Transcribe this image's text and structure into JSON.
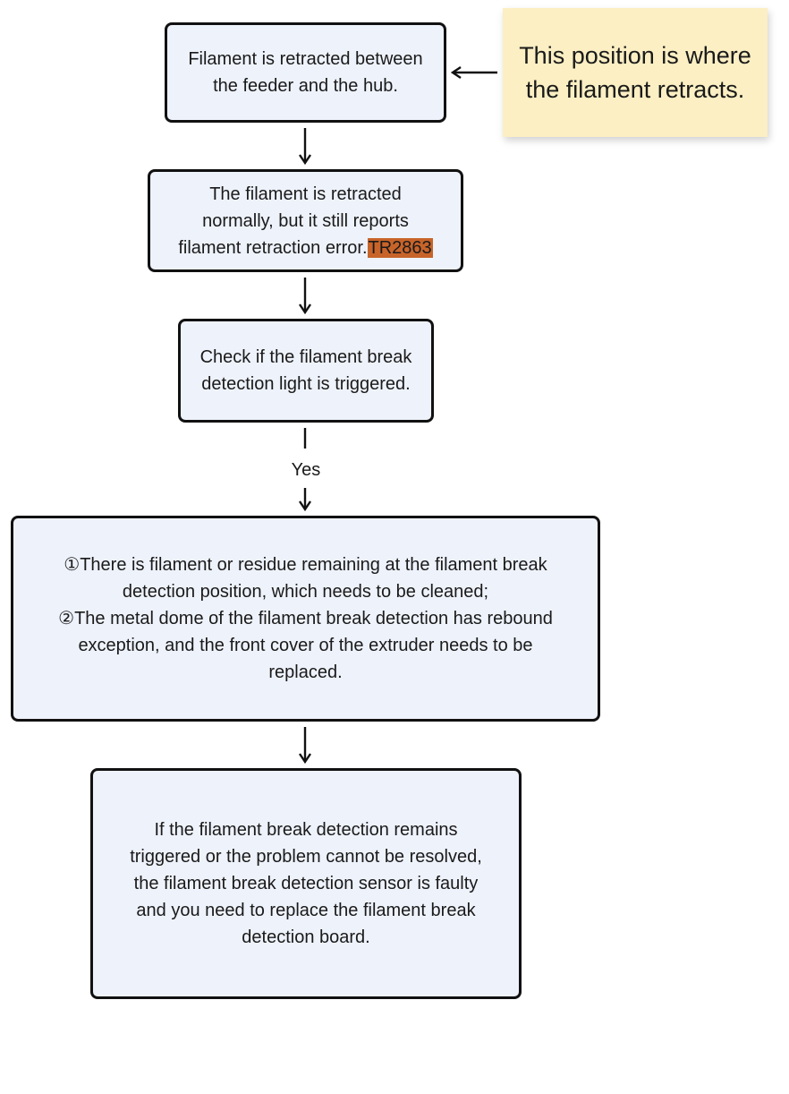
{
  "note": {
    "lines": [
      "This position is where",
      "the filament retracts."
    ]
  },
  "steps": {
    "step1": {
      "lines": [
        "Filament is retracted between",
        "the feeder and the hub."
      ]
    },
    "step2": {
      "lines": [
        "The filament is retracted",
        "normally, but it still reports"
      ],
      "line3_text": "filament retraction error.",
      "line3_code": "TR2863"
    },
    "step3": {
      "lines": [
        "Check if the filament break",
        "detection light is triggered."
      ]
    },
    "step4": {
      "lines": [
        "①There is filament or residue remaining at the filament break",
        "detection position, which needs to be cleaned;",
        "②The metal dome of the filament break detection has rebound",
        "exception, and the front cover of the extruder needs to be",
        "replaced."
      ]
    },
    "step5": {
      "lines": [
        "If the filament break detection remains",
        "triggered or the problem cannot be resolved,",
        "the filament break detection sensor is faulty",
        "and you need to replace the filament break",
        "detection board."
      ]
    }
  },
  "edges": {
    "yes_label": "Yes"
  },
  "colors": {
    "box_fill": "#eef2fb",
    "box_border": "#111111",
    "note_fill": "#fbefc3",
    "code_highlight": "#c8642a"
  }
}
